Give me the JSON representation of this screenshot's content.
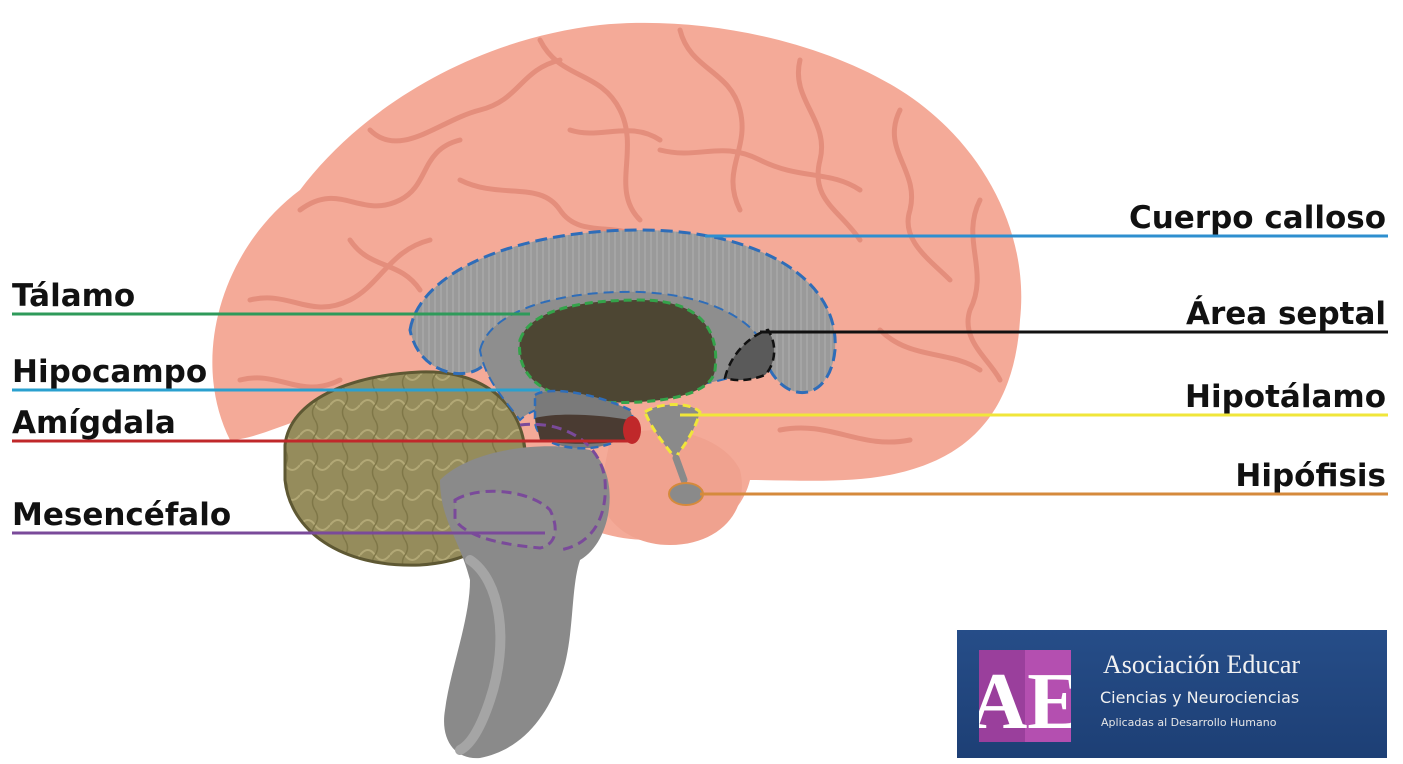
{
  "labels": {
    "cuerpo_calloso": "Cuerpo calloso",
    "talamo": "Tálamo",
    "area_septal": "Área septal",
    "hipocampo": "Hipocampo",
    "amigdala": "Amígdala",
    "hipotalamo": "Hipotálamo",
    "hipofisis": "Hipófisis",
    "mesencefalo": "Mesencéfalo"
  },
  "colors": {
    "cuerpo_calloso": "#2e8fcf",
    "talamo": "#2e9a5a",
    "area_septal": "#111111",
    "hipocampo": "#2aa0cf",
    "amigdala": "#c0282a",
    "hipotalamo": "#f0e63a",
    "hipofisis": "#d58a3c",
    "mesencefalo": "#7a4a9a",
    "brain": "#f4aa98",
    "gyri": "#e48e7c",
    "cerebellum": "#8f8755",
    "brainstem": "#8a8a8a"
  },
  "logo": {
    "initials": "AE",
    "title": "Asociación Educar",
    "subtitle": "Ciencias y Neurociencias",
    "tagline": "Aplicadas al Desarrollo Humano"
  }
}
